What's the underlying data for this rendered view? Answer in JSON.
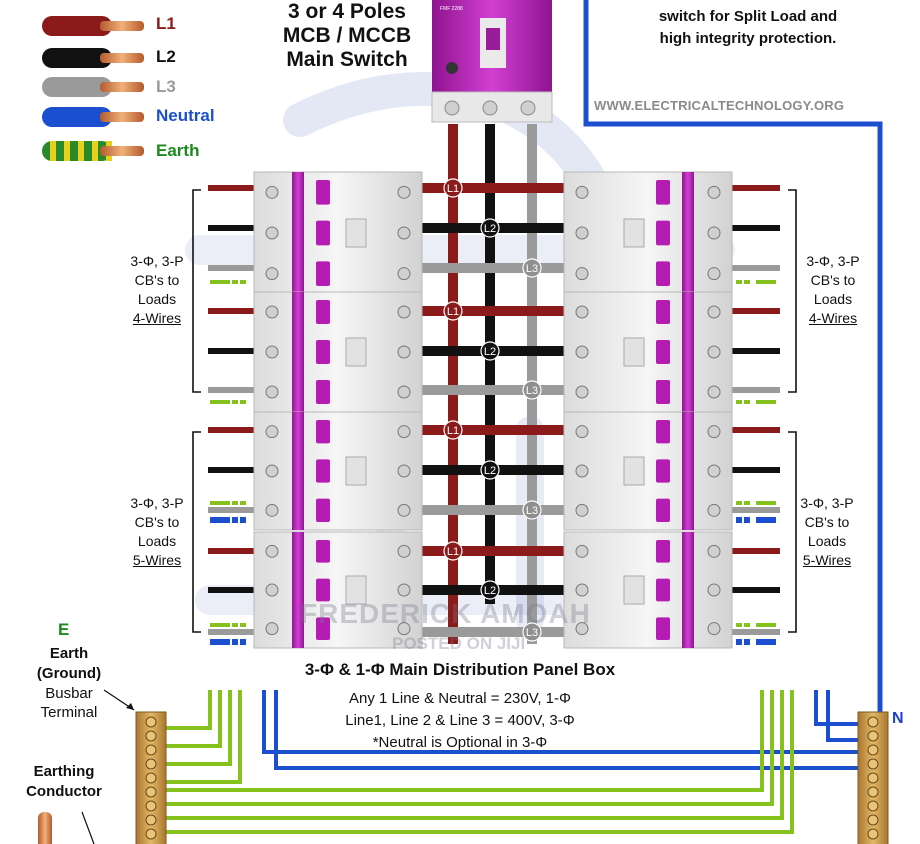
{
  "legend": {
    "items": [
      {
        "label": "L1",
        "color": "#8b1a1a"
      },
      {
        "label": "L2",
        "color": "#111111"
      },
      {
        "label": "L3",
        "color": "#9a9a9a"
      },
      {
        "label": "Neutral",
        "color": "#1c4fd0"
      },
      {
        "label": "Earth",
        "color": "#2a8a2a"
      }
    ]
  },
  "main_switch": {
    "line1": "3 or 4 Poles",
    "line2": "MCB / MCCB",
    "line3": "Main Switch",
    "device_model": "FMF 2288"
  },
  "top_note": {
    "line1": "switch for Split Load and",
    "line2": "high integrity protection."
  },
  "website": "WWW.ELECTRICALTECHNOLOGY.ORG",
  "bus_tags": {
    "l1": "L1",
    "l2": "L2",
    "l3": "L3"
  },
  "groups": [
    {
      "line1": "3-Φ, 3-P",
      "line2": "CB's to",
      "line3": "Loads",
      "line4": "4-Wires"
    },
    {
      "line1": "3-Φ, 3-P",
      "line2": "CB's to",
      "line3": "Loads",
      "line4": "5-Wires"
    }
  ],
  "panel": {
    "title": "3-Φ & 1-Φ Main Distribution Panel Box",
    "note1": "Any 1 Line & Neutral = 230V, 1-Φ",
    "note2": "Line1, Line 2 & Line 3 = 400V, 3-Φ",
    "note3": "*Neutral is Optional in 3-Φ"
  },
  "earth_block": {
    "symbol": "E",
    "title_line1": "Earth",
    "title_line2": "(Ground)",
    "sub_line1": "Busbar",
    "sub_line2": "Terminal"
  },
  "earthing_conductor": {
    "line1": "Earthing",
    "line2": "Conductor"
  },
  "neutral_busbar_label": "N",
  "watermark": {
    "line1": "FREDERICK AMOAH",
    "line2": "POSTED ON JIJI"
  },
  "colors": {
    "l1": "#8b1a1a",
    "l2": "#111111",
    "l3": "#9a9a9a",
    "neutral": "#1c4fd0",
    "earth_green": "#86c21e",
    "breaker_purple": "#b41cb4",
    "brass": "#c99a4a"
  }
}
